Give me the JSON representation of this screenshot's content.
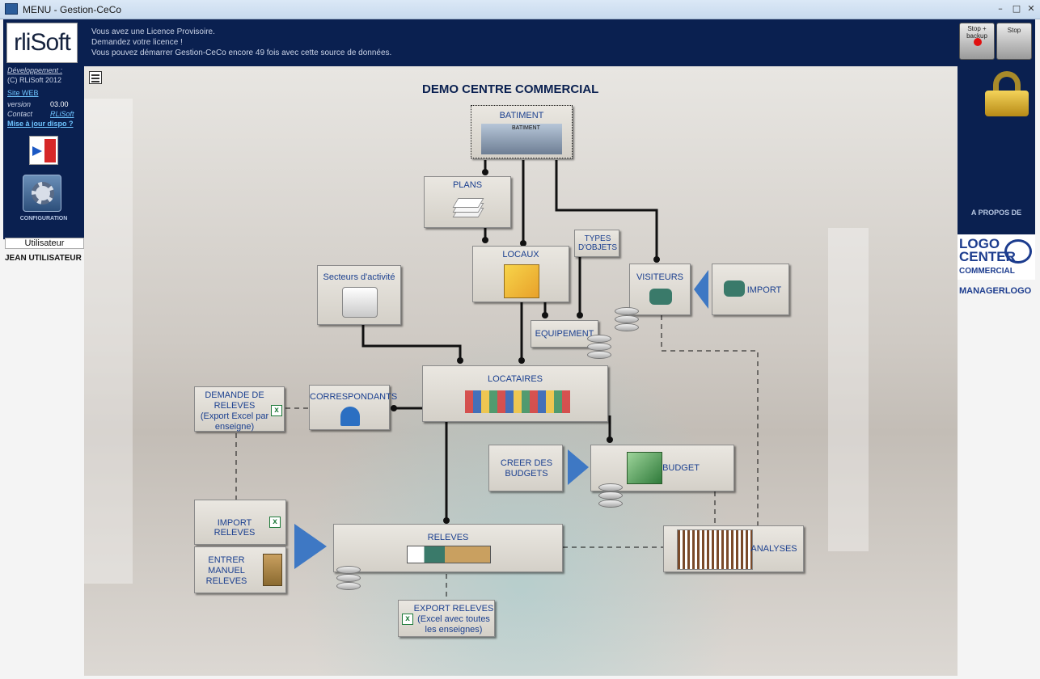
{
  "window": {
    "title": "MENU - Gestion-CeCo"
  },
  "sidebar": {
    "logo": "rliSoft",
    "dev_label": "Développement :",
    "copyright": "(C) RLiSoft 2012",
    "site_web": "Site WEB",
    "version_label": "version",
    "version_value": "03.00",
    "contact_label": "Contact",
    "contact_value": "RLiSoft",
    "update_link": "Mise à jour dispo ?",
    "config_label": "CONFIGURATION",
    "user_label": "Utilisateur",
    "user_name": "JEAN UTILISATEUR"
  },
  "header": {
    "line1": "Vous avez une Licence Provisoire.",
    "line2": "Demandez votre licence  !",
    "line3": "Vous pouvez démarrer Gestion-CeCo encore 49 fois avec cette source de données.",
    "stop_backup": "Stop + backup",
    "stop": "Stop"
  },
  "right": {
    "apropos": "A PROPOS DE",
    "logo_line1": "LOGO",
    "logo_line2": "CENTER",
    "logo_line3": "COMMERCIAL",
    "managerlogo": "MANAGERLOGO"
  },
  "main": {
    "title": "DEMO CENTRE COMMERCIAL",
    "batiment": "BATIMENT",
    "batiment_img": "BATIMENT",
    "plans": "PLANS",
    "locaux": "LOCAUX",
    "types_objets": "TYPES D'OBJETS",
    "secteurs": "Secteurs d'activité",
    "visiteurs": "VISITEURS",
    "import": "IMPORT",
    "equipement": "EQUIPEMENT",
    "locataires": "LOCATAIRES",
    "correspondants": "CORRESPONDANTS",
    "demande_releves": "DEMANDE DE RELEVES (Export Excel par enseigne)",
    "creer_budgets": "CREER DES BUDGETS",
    "budget": "BUDGET",
    "import_releves": "IMPORT RELEVES",
    "entrer_manuel": "ENTRER MANUEL RELEVES",
    "releves": "RELEVES",
    "analyses": "ANALYSES",
    "export_releves": "EXPORT  RELEVES (Excel avec toutes les enseignes)"
  },
  "colors": {
    "navy": "#0a2050",
    "label_blue": "#1a3f8f",
    "box_gray": "#d4d0c8"
  }
}
